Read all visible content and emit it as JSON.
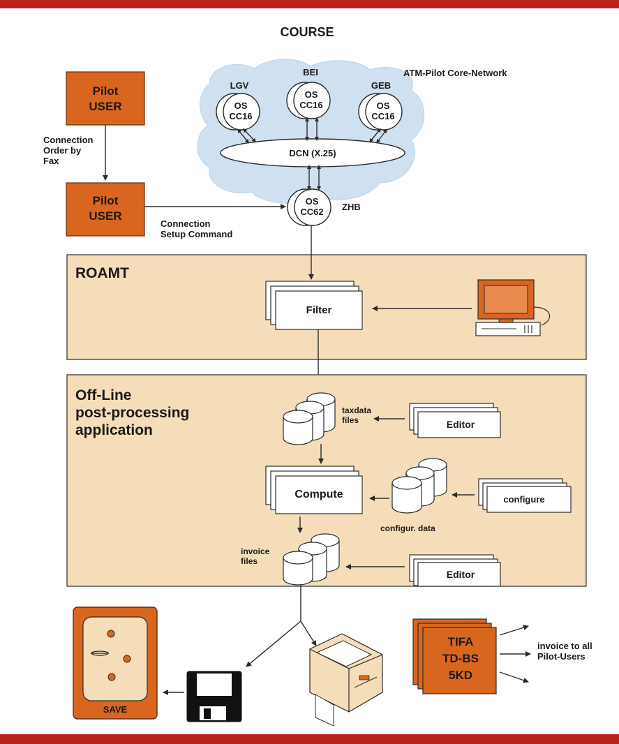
{
  "title": "COURSE",
  "core_network": {
    "label": "ATM-Pilot Core-Network",
    "nodes": [
      {
        "site": "LGV",
        "os": "OS",
        "cc": "CC16"
      },
      {
        "site": "BEI",
        "os": "OS",
        "cc": "CC16"
      },
      {
        "site": "GEB",
        "os": "OS",
        "cc": "CC16"
      }
    ],
    "dcn": "DCN (X.25)",
    "gateway": {
      "site": "ZHB",
      "os": "OS",
      "cc": "CC62"
    }
  },
  "pilot_user_1": {
    "line1": "Pilot",
    "line2": "USER"
  },
  "pilot_user_2": {
    "line1": "Pilot",
    "line2": "USER"
  },
  "connection_order": {
    "line1": "Connection",
    "line2": "Order by",
    "line3": "Fax"
  },
  "connection_setup": {
    "line1": "Connection",
    "line2": "Setup Command"
  },
  "roamt": {
    "title": "ROAMT",
    "filter": "Filter"
  },
  "offline": {
    "title_line1": "Off-Line",
    "title_line2": "post-processing",
    "title_line3": "application",
    "taxdata": {
      "line1": "taxdata",
      "line2": "files"
    },
    "editor_1": "Editor",
    "compute": "Compute",
    "configur_data": "configur. data",
    "configure": "configure",
    "invoice_files": {
      "line1": "invoice",
      "line2": "files"
    },
    "editor_2": "Editor"
  },
  "save_label": "SAVE",
  "tifa_box": {
    "line1": "TIFA",
    "line2": "TD-BS",
    "line3": "5KD"
  },
  "invoice_all": {
    "line1": "invoice to all",
    "line2": "Pilot-Users"
  },
  "colors": {
    "border": "#b8231a",
    "orange": "#d9661f",
    "panel": "#f6ddb9",
    "cloud": "#cfe0f0"
  }
}
